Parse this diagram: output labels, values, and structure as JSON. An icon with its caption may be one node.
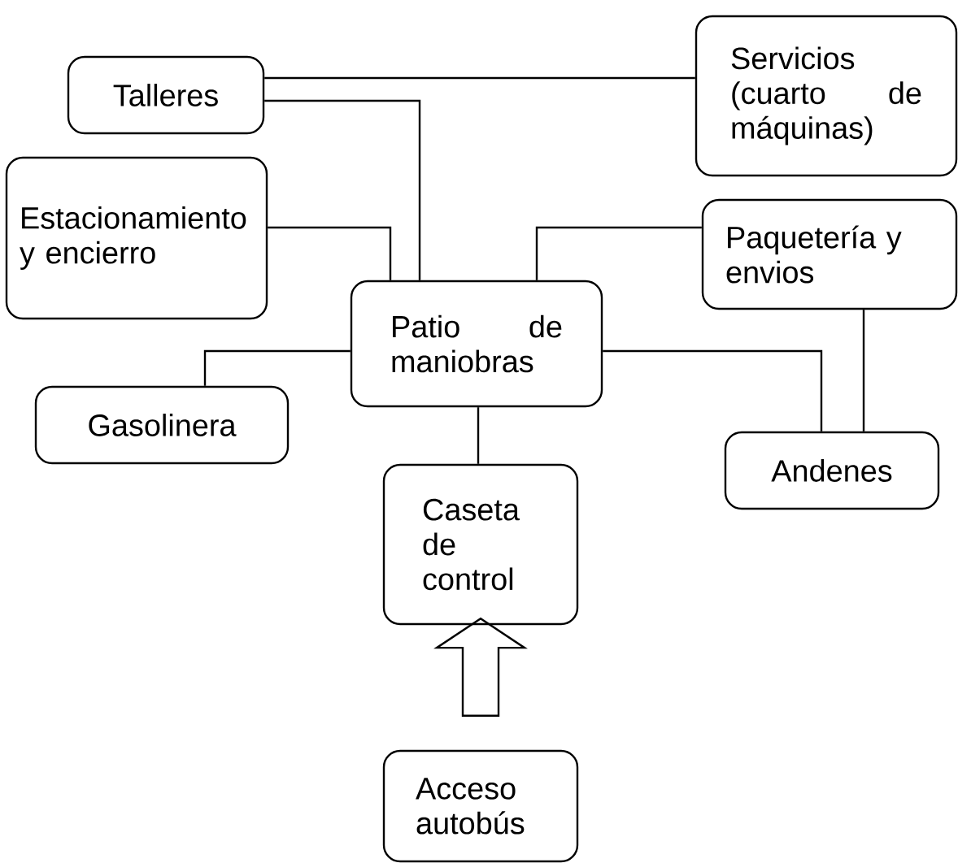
{
  "diagram": {
    "nodes": [
      {
        "text": [
          "Talleres"
        ]
      },
      {
        "text": [
          "Servicios (cuarto de máquinas)"
        ]
      },
      {
        "text": [
          "Estacionamiento y encierro"
        ]
      },
      {
        "text": [
          "Paquetería y envios"
        ]
      },
      {
        "text": [
          "Patio de maniobras"
        ]
      },
      {
        "text": [
          "Gasolinera"
        ]
      },
      {
        "text": [
          "Andenes"
        ]
      },
      {
        "text": [
          "Caseta de control"
        ]
      },
      {
        "text": [
          "Acceso autobús"
        ]
      }
    ],
    "edges": [
      {
        "from": 0,
        "to": 1,
        "arrow": "none"
      },
      {
        "from": 0,
        "to": 4,
        "arrow": "none"
      },
      {
        "from": 2,
        "to": 4,
        "arrow": "none"
      },
      {
        "from": 3,
        "to": 4,
        "arrow": "none"
      },
      {
        "from": 4,
        "to": 5,
        "arrow": "none"
      },
      {
        "from": 4,
        "to": 6,
        "arrow": "none"
      },
      {
        "from": 3,
        "to": 6,
        "arrow": "none"
      },
      {
        "from": 4,
        "to": 7,
        "arrow": "none"
      },
      {
        "from": 8,
        "to": 7,
        "arrow": "to"
      }
    ]
  }
}
